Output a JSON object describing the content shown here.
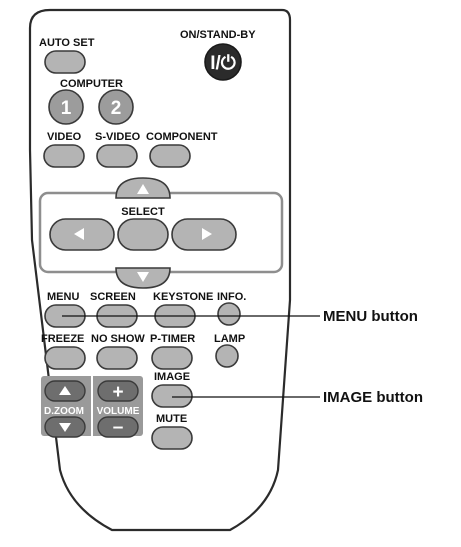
{
  "buttons": {
    "auto_set": "AUTO SET",
    "on_standby": "ON/STAND-BY",
    "power_symbol": "I/⏻",
    "computer": "COMPUTER",
    "computer_1": "1",
    "computer_2": "2",
    "video": "VIDEO",
    "s_video": "S-VIDEO",
    "component": "COMPONENT",
    "select": "SELECT",
    "menu": "MENU",
    "screen": "SCREEN",
    "keystone": "KEYSTONE",
    "info": "INFO.",
    "freeze": "FREEZE",
    "no_show": "NO SHOW",
    "p_timer": "P-TIMER",
    "lamp": "LAMP",
    "image": "IMAGE",
    "mute": "MUTE",
    "d_zoom": "D.ZOOM",
    "volume": "VOLUME",
    "plus": "+",
    "minus": "–"
  },
  "callouts": {
    "menu_button": "MENU button",
    "image_button": "IMAGE button"
  },
  "colors": {
    "body_outline": "#2b2b2b",
    "button_fill": "#b4b4b4",
    "dark_button": "#6e6e6e",
    "zoom_panel": "#9a9a9a"
  }
}
